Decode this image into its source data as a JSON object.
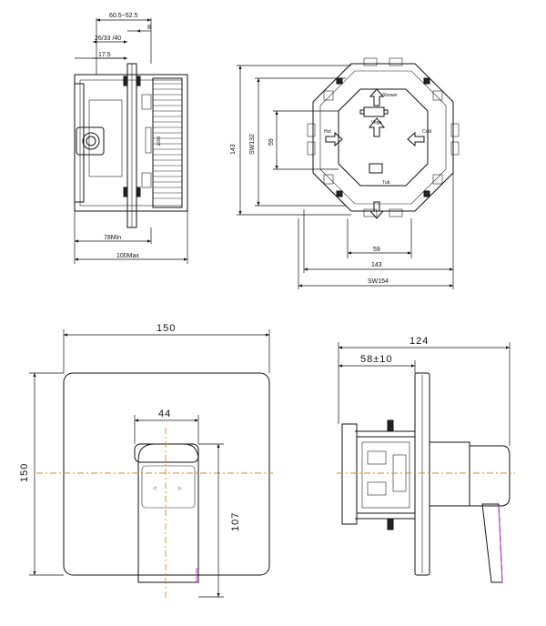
{
  "top_left_view": {
    "dims": {
      "overall_width": "60.5~52.5",
      "offset_8": "8",
      "depth_range": "26/33 /40",
      "offset_17_5": "17.5",
      "min_depth": "78Min",
      "max_depth": "100Max"
    }
  },
  "top_right_view": {
    "labels": {
      "shower": "Shower",
      "vega": "Vega",
      "hot": "Hot",
      "cold": "Cold",
      "tub": "Tub"
    },
    "dims": {
      "height_143": "143",
      "sw132": "SW132",
      "height_59": "59",
      "width_59": "59",
      "width_143": "143",
      "sw154": "SW154"
    }
  },
  "bottom_left_view": {
    "dims": {
      "width_150": "150",
      "height_150": "150",
      "handle_44": "44",
      "handle_107": "107"
    }
  },
  "bottom_right_view": {
    "dims": {
      "depth_124": "124",
      "depth_58": "58±10"
    }
  },
  "colors": {
    "centerline": "#d98a2b",
    "highlight": "#c040c0"
  }
}
